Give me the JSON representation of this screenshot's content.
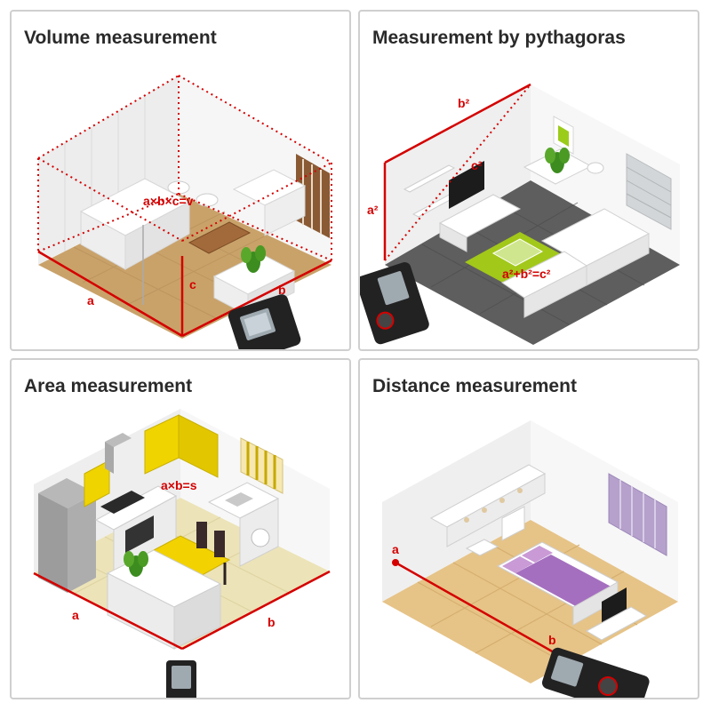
{
  "panels": [
    {
      "title": "Volume measurement",
      "labels": {
        "formula": "a×b×c=v",
        "a": "a",
        "b": "b",
        "c": "c"
      }
    },
    {
      "title": "Measurement by pythagoras",
      "labels": {
        "b2": "b²",
        "a2": "a²",
        "c2": "c²",
        "formula": "a²+b²=c²"
      }
    },
    {
      "title": "Area measurement",
      "labels": {
        "formula": "a×b=s",
        "a": "a",
        "b": "b"
      }
    },
    {
      "title": "Distance measurement",
      "labels": {
        "a": "a",
        "b": "b"
      }
    }
  ],
  "colors": {
    "measure_line": "#d40000",
    "panel_border": "#cfcfcf",
    "title_text": "#2a2a2a"
  },
  "icons": [
    "laser-distance-meter-icon",
    "potted-plant-icon",
    "tv-icon"
  ]
}
